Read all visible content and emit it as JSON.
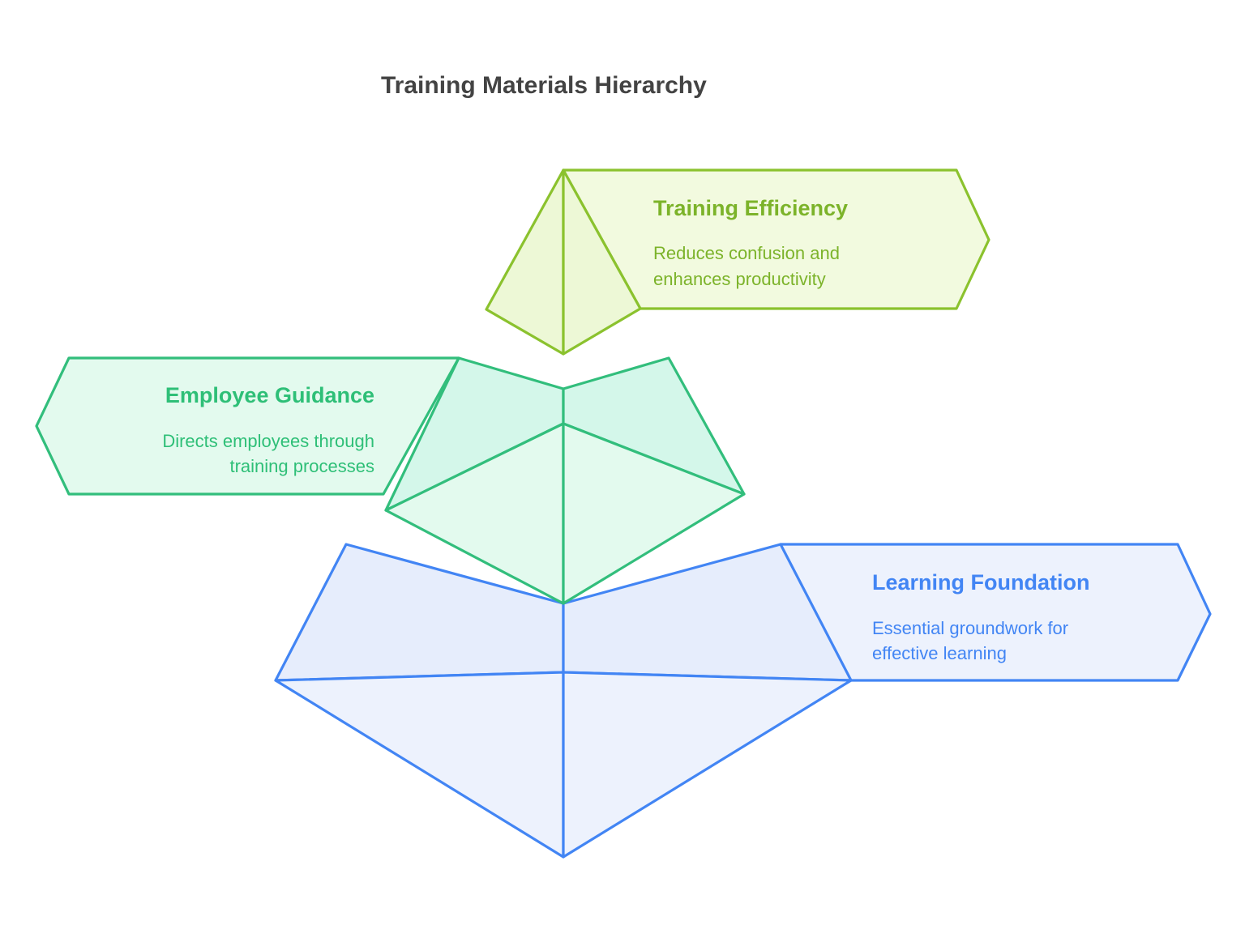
{
  "title": "Training Materials Hierarchy",
  "colors": {
    "title_text": "#434343",
    "background": "#ffffff",
    "top_stroke": "#8BC22E",
    "top_fill": "#F2FADF",
    "top_fill_side": "#EDF8D6",
    "top_text": "#7CB32A",
    "middle_stroke": "#32BE7C",
    "middle_fill": "#E3FAEE",
    "middle_fill_top": "#D4F7EA",
    "middle_text": "#2EBF77",
    "bottom_stroke": "#4285F4",
    "bottom_fill": "#EDF2FD",
    "bottom_fill_top": "#E6EDFC",
    "bottom_text": "#4285F4"
  },
  "chart_data": {
    "type": "pyramid",
    "title": "Training Materials Hierarchy",
    "orientation": "3d-stacked-pyramid",
    "level_count": 3,
    "levels": [
      {
        "rank": 1,
        "position": "top",
        "label": "Training Efficiency",
        "description": "Reduces confusion and enhances productivity",
        "callout_side": "right",
        "color": "#8BC22E"
      },
      {
        "rank": 2,
        "position": "middle",
        "label": "Employee Guidance",
        "description": "Directs employees through training processes",
        "callout_side": "left",
        "color": "#32BE7C"
      },
      {
        "rank": 3,
        "position": "bottom",
        "label": "Learning Foundation",
        "description": "Essential groundwork for effective learning",
        "callout_side": "right",
        "color": "#4285F4"
      }
    ]
  },
  "tiers": {
    "top": {
      "label": "Training Efficiency",
      "desc_line1": "Reduces confusion and",
      "desc_line2": "enhances productivity"
    },
    "middle": {
      "label": "Employee Guidance",
      "desc_line1": "Directs employees through",
      "desc_line2": "training processes"
    },
    "bottom": {
      "label": "Learning Foundation",
      "desc_line1": "Essential groundwork for",
      "desc_line2": "effective learning"
    }
  }
}
